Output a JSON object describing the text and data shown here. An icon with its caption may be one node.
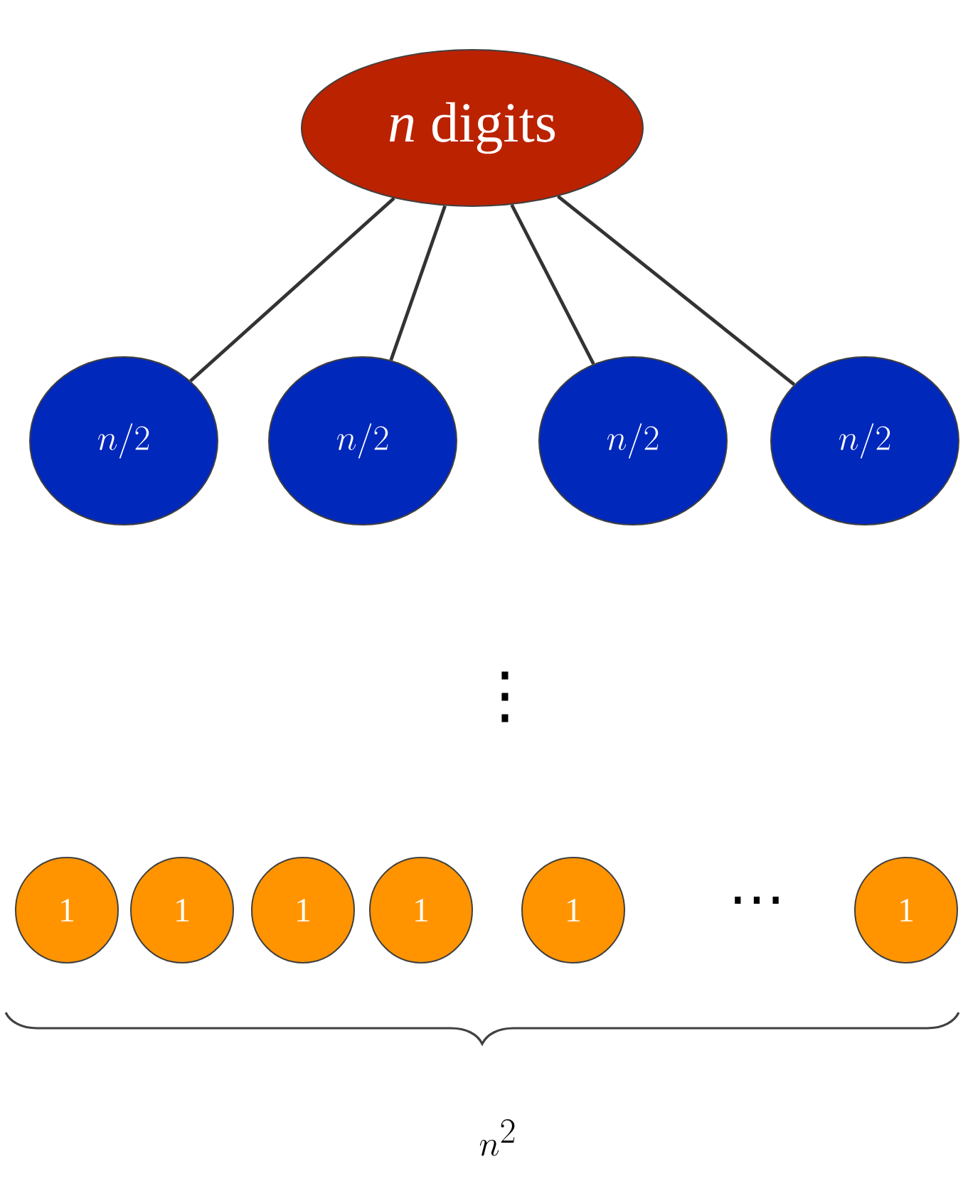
{
  "diagram": {
    "nodes": [
      {
        "text": [
          "*n* digits"
        ]
      },
      {
        "text": [
          "n/2"
        ]
      },
      {
        "text": [
          "n/2"
        ]
      },
      {
        "text": [
          "n/2"
        ]
      },
      {
        "text": [
          "n/2"
        ]
      },
      {
        "text": [
          "1"
        ]
      },
      {
        "text": [
          "1"
        ]
      },
      {
        "text": [
          "1"
        ]
      },
      {
        "text": [
          "1"
        ]
      },
      {
        "text": [
          "1"
        ]
      },
      {
        "text": [
          "1"
        ]
      }
    ],
    "edges": [
      {
        "from": 0,
        "to": 1,
        "arrow": "none"
      },
      {
        "from": 0,
        "to": 2,
        "arrow": "none"
      },
      {
        "from": 0,
        "to": 3,
        "arrow": "none"
      },
      {
        "from": 0,
        "to": 4,
        "arrow": "none"
      }
    ],
    "labels": [
      "⋮",
      "⋯",
      "n^2"
    ]
  }
}
